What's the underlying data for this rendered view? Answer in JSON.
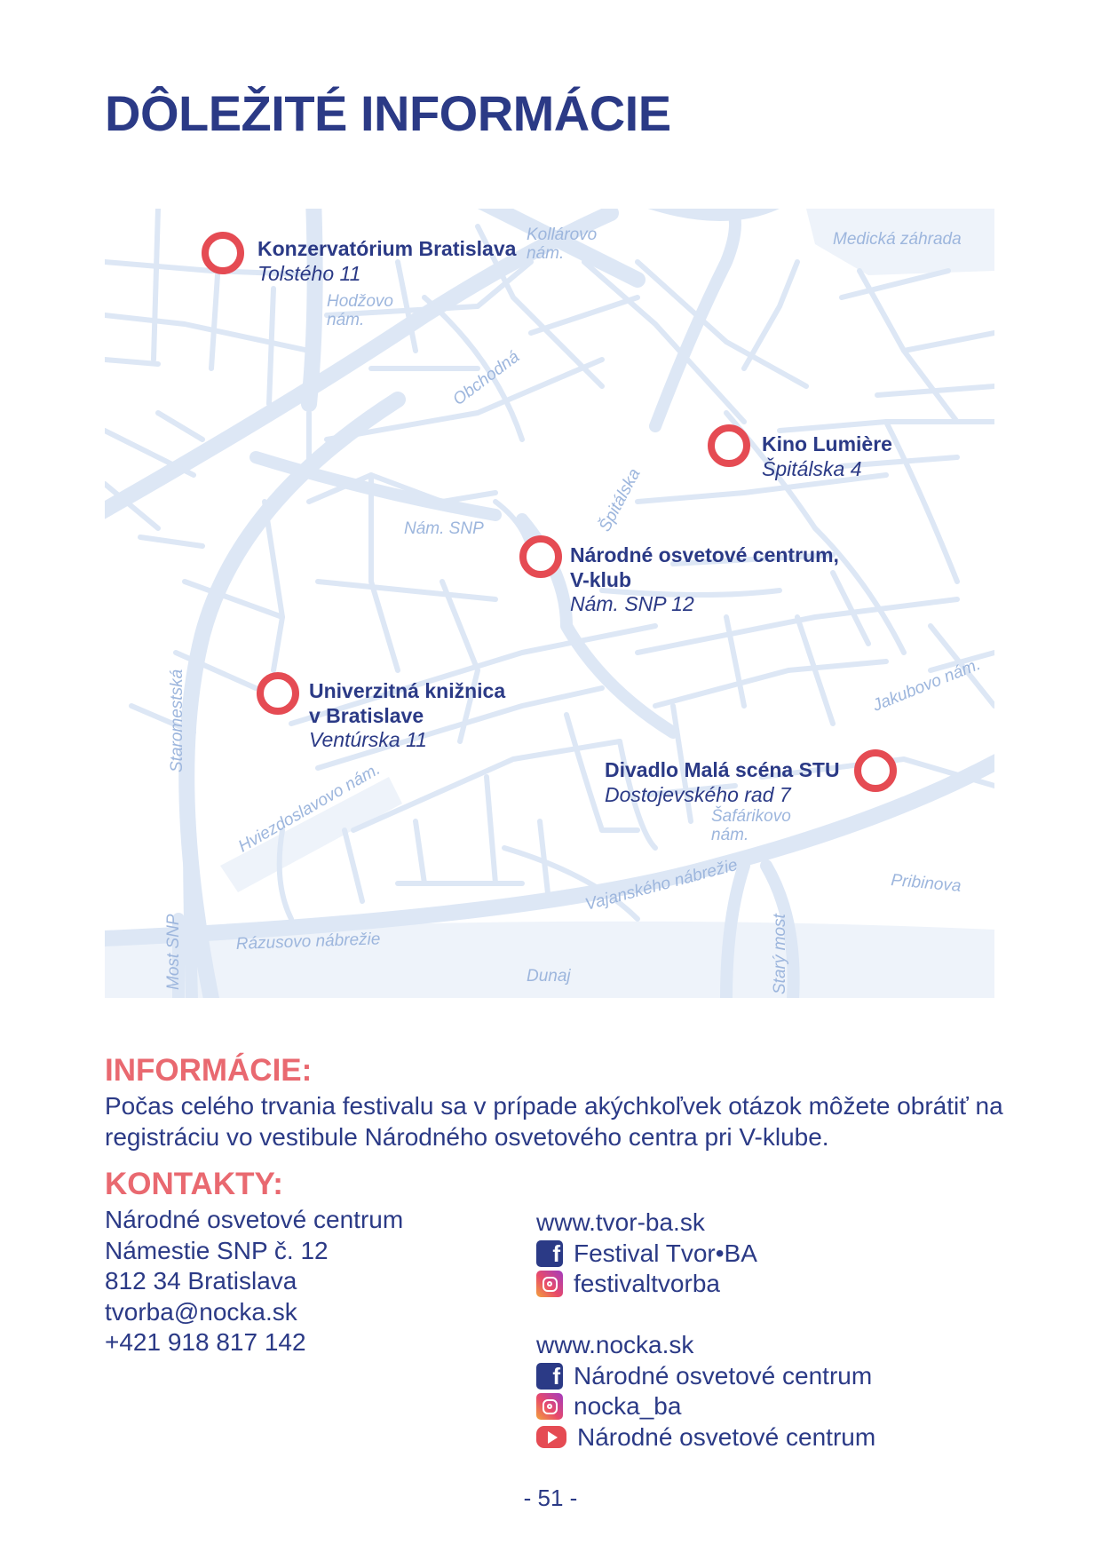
{
  "page": {
    "title": "DÔLEŽITÉ INFORMÁCIE",
    "page_number": "- 51 -"
  },
  "map": {
    "street_labels": {
      "kollarovo": [
        "Kollárovo",
        "nám."
      ],
      "medicka": "Medická záhrada",
      "hodzovo": [
        "Hodžovo",
        "nám."
      ],
      "obchodna": "Obchodná",
      "spitalska": "Špitálska",
      "nam_snp": "Nám. SNP",
      "staromestska": "Staromestská",
      "jakubovo": "Jakubovo nám.",
      "hviezdoslavovo": "Hviezdoslavovo nám.",
      "safarikovo": [
        "Šafárikovo",
        "nám."
      ],
      "pribinova": "Pribinova",
      "vajanskeho": "Vajanského nábrežie",
      "razusovo": "Rázusovo nábrežie",
      "most_snp": "Most SNP",
      "stary_most": "Starý most",
      "dunaj": "Dunaj"
    },
    "venues": [
      {
        "name": "Konzervatórium Bratislava",
        "address": "Tolstého 11"
      },
      {
        "name": "Kino Lumière",
        "address": "Špitálska 4"
      },
      {
        "name": "Národné osvetové centrum,",
        "name2": "V-klub",
        "address": "Nám. SNP 12"
      },
      {
        "name": "Univerzitná knižnica",
        "name2": "v Bratislave",
        "address": "Ventúrska 11"
      },
      {
        "name": "Divadlo Malá scéna STU",
        "address": "Dostojevského rad 7"
      }
    ]
  },
  "info": {
    "heading": "INFORMÁCIE:",
    "text": "Počas celého trvania festivalu sa v prípade akýchkoľvek otázok môžete obrátiť na registráciu vo vestibule Národného osvetového centra pri V-klube."
  },
  "contacts": {
    "heading": "KONTAKTY:",
    "address_lines": [
      "Národné osvetové centrum",
      "Námestie SNP č. 12",
      "812 34 Bratislava",
      "tvorba@nocka.sk",
      "+421 918 817 142"
    ],
    "group1": {
      "website": "www.tvor-ba.sk",
      "facebook": "Festival Tvor•BA",
      "instagram": "festivaltvorba"
    },
    "group2": {
      "website": "www.nocka.sk",
      "facebook": "Národné osvetové centrum",
      "instagram": "nocka_ba",
      "youtube": "Národné osvetové centrum"
    }
  },
  "colors": {
    "navy": "#2b3a86",
    "accent": "#e96970",
    "pin": "#e54b53",
    "map_road": "#dde7f5",
    "map_label": "#9db6dd"
  },
  "icons": [
    "facebook-icon",
    "instagram-icon",
    "youtube-icon",
    "location-pin-icon"
  ]
}
